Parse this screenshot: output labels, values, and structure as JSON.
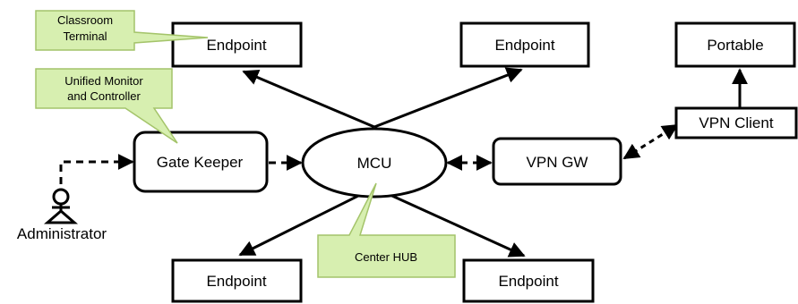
{
  "nodes": {
    "endpoint_top_left": "Endpoint",
    "endpoint_top_right": "Endpoint",
    "endpoint_bottom_left": "Endpoint",
    "endpoint_bottom_right": "Endpoint",
    "portable": "Portable",
    "vpn_client": "VPN Client",
    "gate_keeper": "Gate Keeper",
    "mcu": "MCU",
    "vpn_gw": "VPN GW"
  },
  "callouts": {
    "classroom_terminal": [
      "Classroom",
      "Terminal"
    ],
    "unified_monitor": [
      "Unified Monitor",
      "and Controller"
    ],
    "center_hub": "Center HUB"
  },
  "actor": {
    "administrator": "Administrator"
  },
  "colors": {
    "callout_fill": "#d7efb0",
    "callout_stroke": "#a4c46a",
    "stroke": "#000000"
  }
}
